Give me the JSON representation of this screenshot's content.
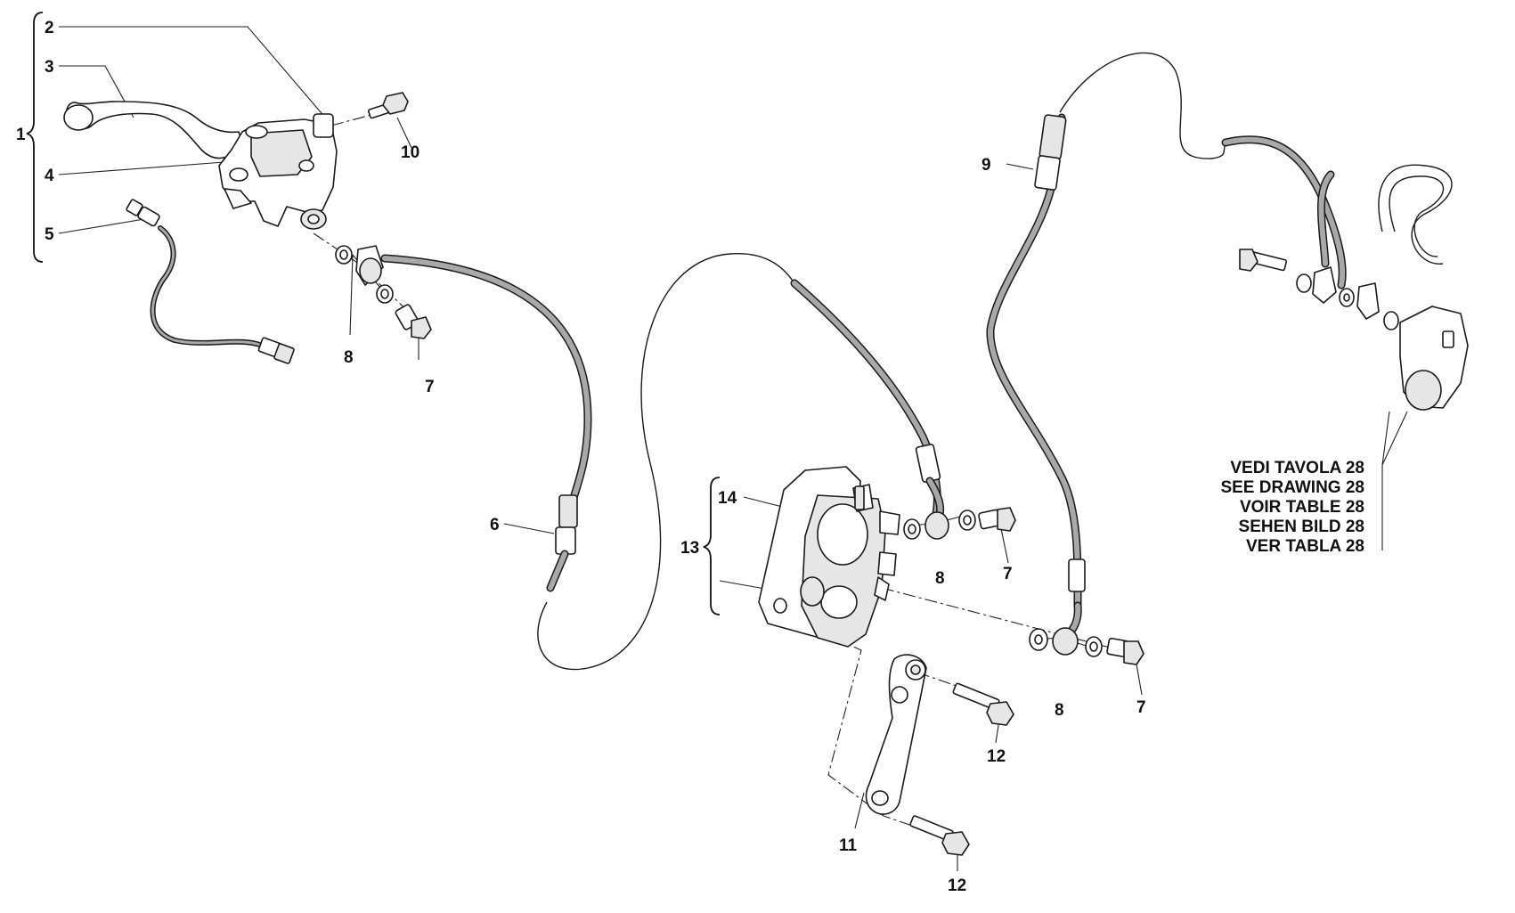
{
  "callouts": {
    "c1": "1",
    "c2": "2",
    "c3": "3",
    "c4": "4",
    "c5": "5",
    "c6": "6",
    "c7a": "7",
    "c7b": "7",
    "c7c": "7",
    "c8a": "8",
    "c8b": "8",
    "c8c": "8",
    "c9": "9",
    "c10": "10",
    "c11": "11",
    "c12a": "12",
    "c12b": "12",
    "c13": "13",
    "c14": "14"
  },
  "reference_note": {
    "lines": [
      "VEDI TAVOLA 28",
      "SEE DRAWING 28",
      "VOIR TABLE 28",
      "SEHEN BILD 28",
      "VER TABLA 28"
    ]
  },
  "colors": {
    "ink": "#1a1a1a",
    "hose_fill": "#a8a8a8",
    "background": "#ffffff"
  }
}
